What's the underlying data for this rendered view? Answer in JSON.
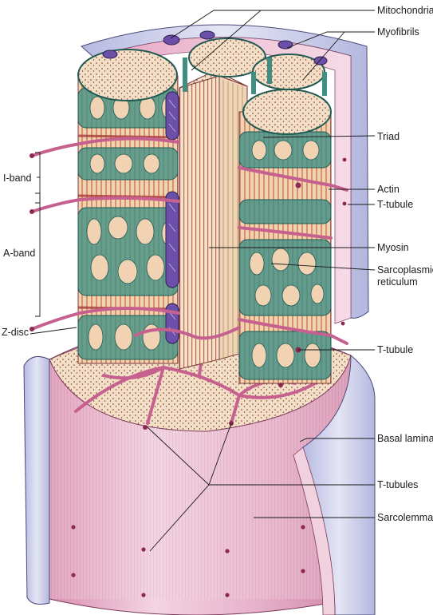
{
  "labels": {
    "mitochondria": "Mitochondria",
    "myofibrils": "Myofibrils",
    "triad": "Triad",
    "actin": "Actin",
    "t_tubule_upper": "T-tubule",
    "myosin": "Myosin",
    "sarcoplasmic_line1": "Sarcoplasmic",
    "sarcoplasmic_line2": "reticulum",
    "t_tubule_lower": "T-tubule",
    "basal_lamina": "Basal lamina",
    "t_tubules": "T-tubules",
    "sarcolemma": "Sarcolemma",
    "i_band": "I-band",
    "a_band": "A-band",
    "z_disc": "Z-disc"
  },
  "colors": {
    "sarcolemma_pink": "#e9b4cb",
    "basal_lamina_blue": "#c9cbe8",
    "sarcoplasmic_reticulum_green": "#3f8f84",
    "t_tubule_magenta": "#c6618f",
    "myofibril_tan": "#f1d9bd",
    "mitochondria_purple": "#6b4fa8",
    "actin_red": "#b8463f"
  }
}
